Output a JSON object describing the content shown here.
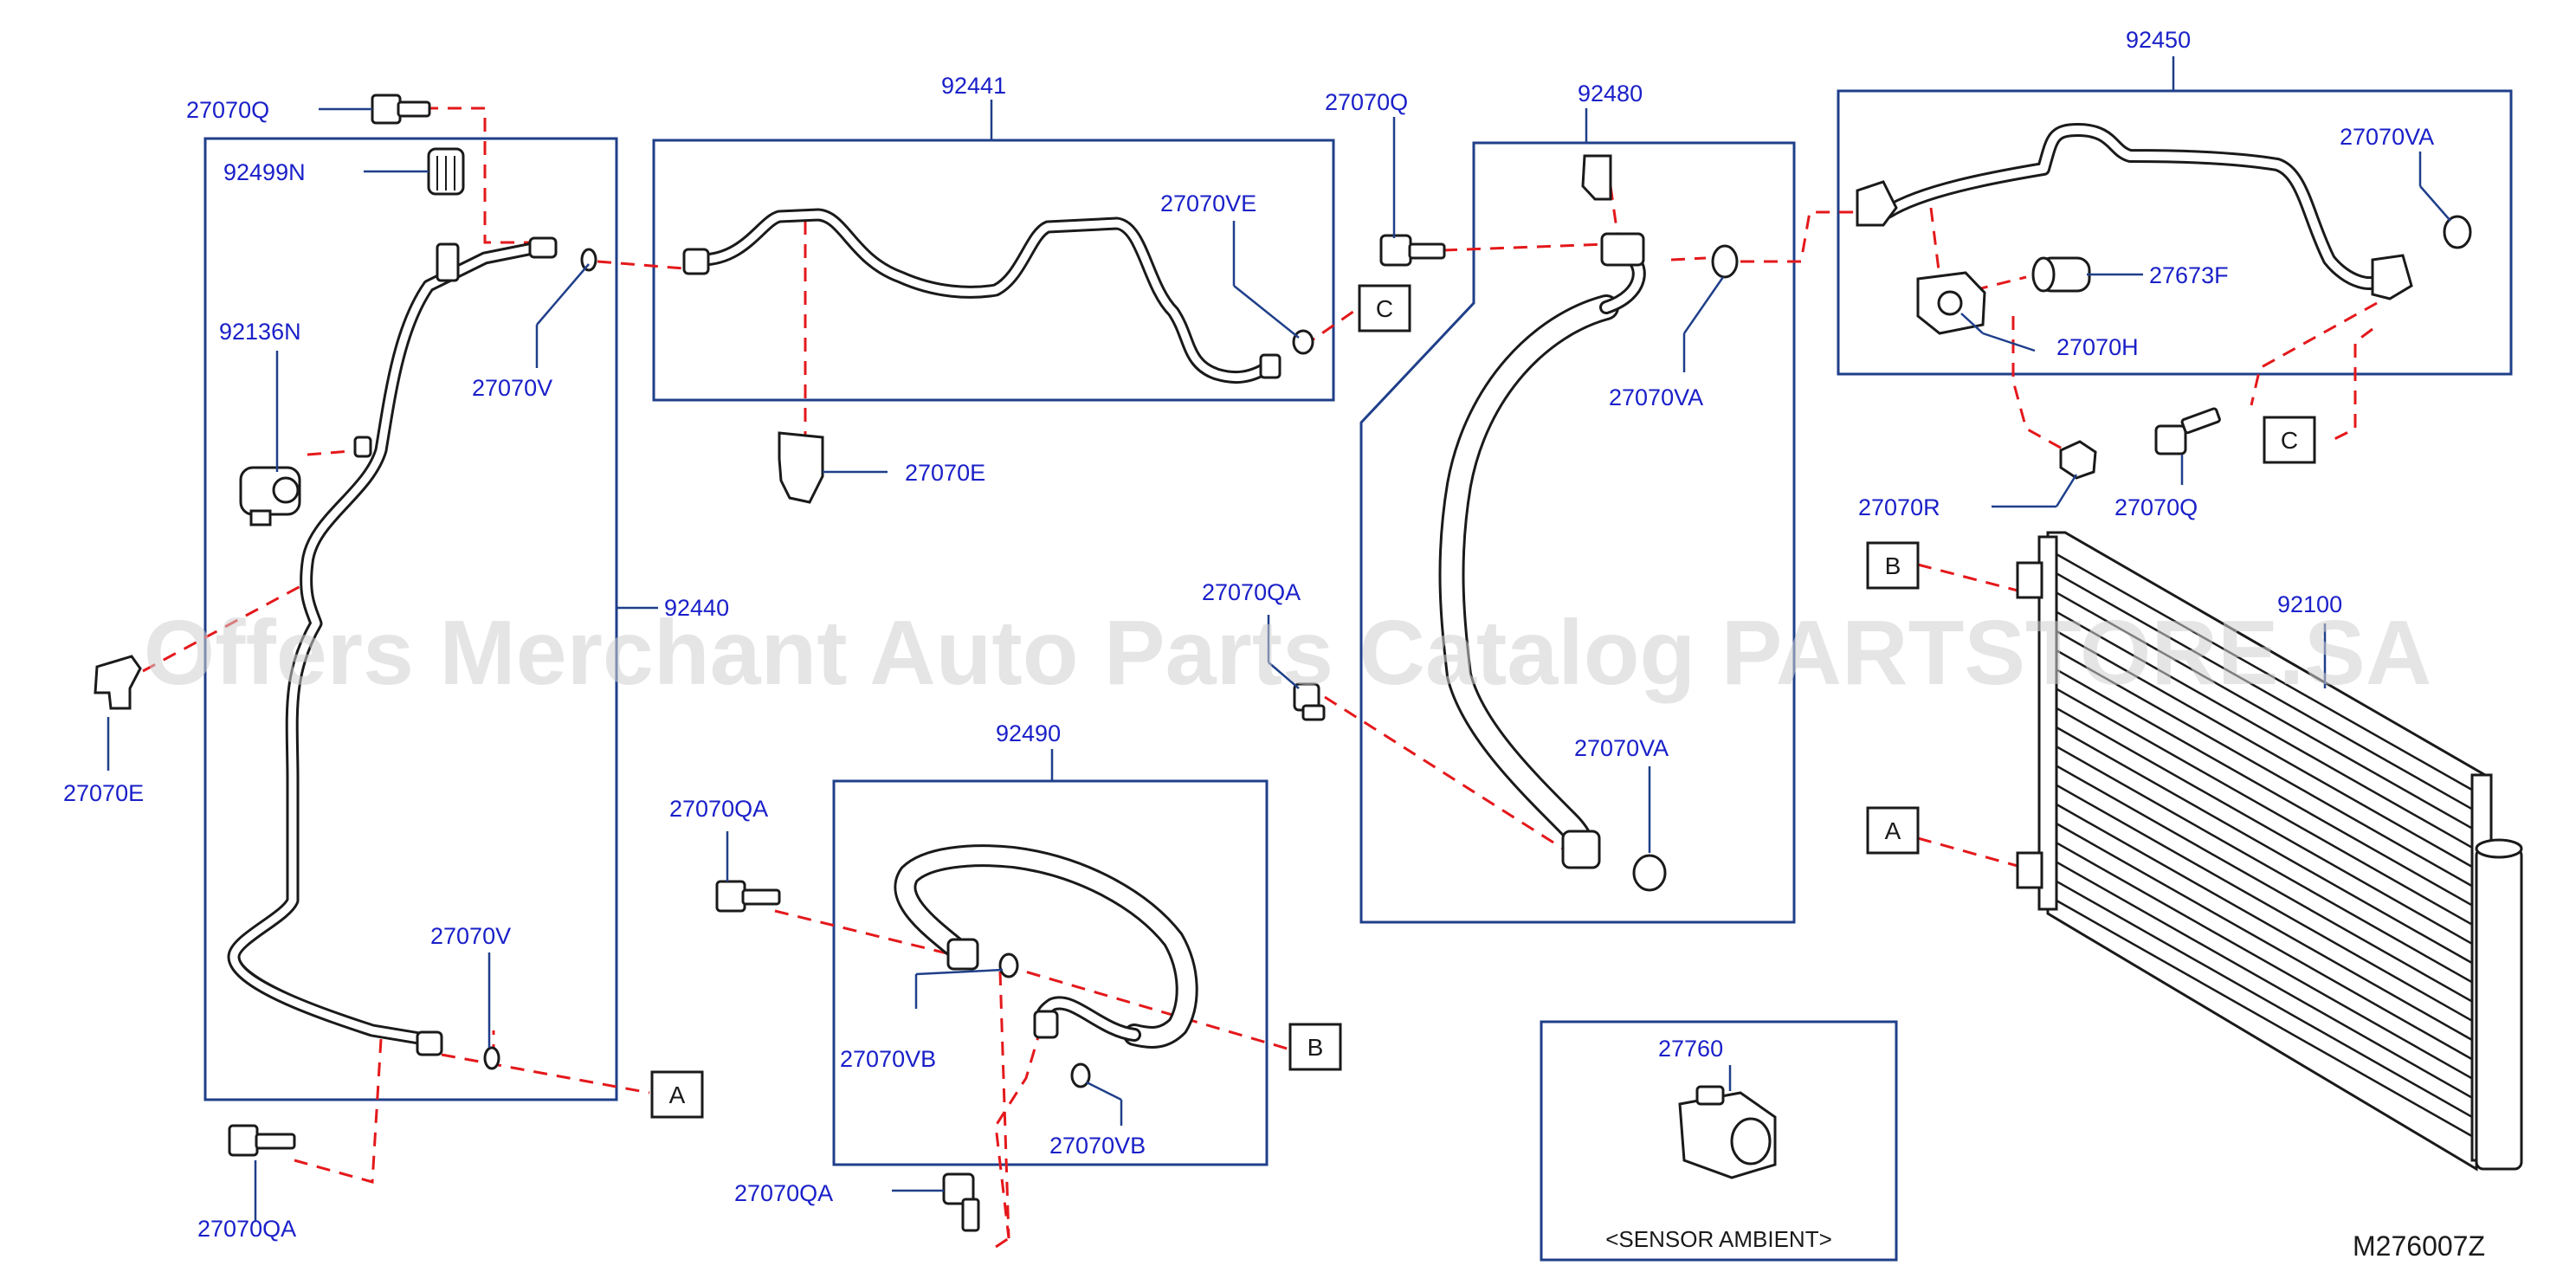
{
  "colors": {
    "label": "#1a20c8",
    "frame": "#1f3f8a",
    "dashed": "#e4181b",
    "line": "#1a1a1a",
    "watermark": "#cfcfcf"
  },
  "watermark": "Offers Merchant Auto Parts Catalog PARTSTORE.SA",
  "figure_code": "M276007Z",
  "sensor_caption": "<SENSOR   AMBIENT>",
  "labels": {
    "l_27070Q_a": "27070Q",
    "l_92499N": "92499N",
    "l_92136N": "92136N",
    "l_27070V_a": "27070V",
    "l_92440": "92440",
    "l_27070E_left": "27070E",
    "l_27070V_b": "27070V",
    "l_27070QA_bl": "27070QA",
    "l_92441": "92441",
    "l_27070VE": "27070VE",
    "l_27070E_mid": "27070E",
    "l_92490": "92490",
    "l_27070QA_mid": "27070QA",
    "l_27070VB_a": "27070VB",
    "l_27070VB_b": "27070VB",
    "l_27070QA_bot": "27070QA",
    "l_27070Q_b": "27070Q",
    "l_92480": "92480",
    "l_27070VA_a": "27070VA",
    "l_27070QA_c": "27070QA",
    "l_27070VA_b": "27070VA",
    "l_92450": "92450",
    "l_27070VA_c": "27070VA",
    "l_27673F": "27673F",
    "l_27070H": "27070H",
    "l_27070R": "27070R",
    "l_27070Q_c": "27070Q",
    "l_92100": "92100",
    "l_27760": "27760"
  },
  "refs": {
    "c1": "C",
    "c2": "C",
    "b1": "B",
    "b2": "B",
    "a1": "A",
    "a2": "A"
  }
}
